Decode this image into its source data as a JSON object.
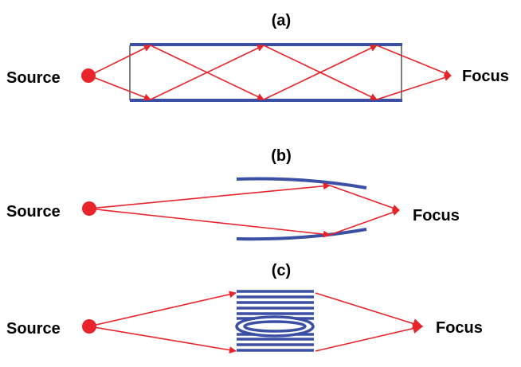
{
  "colors": {
    "ray": "#e8242b",
    "optic": "#3b4fa5",
    "frame": "#000000",
    "text": "#000000"
  },
  "panels": [
    {
      "id": "a",
      "title": "(a)",
      "source_label": "Source",
      "focus_label": "Focus"
    },
    {
      "id": "b",
      "title": "(b)",
      "source_label": "Source",
      "focus_label": "Focus"
    },
    {
      "id": "c",
      "title": "(c)",
      "source_label": "Source",
      "focus_label": "Focus"
    }
  ]
}
